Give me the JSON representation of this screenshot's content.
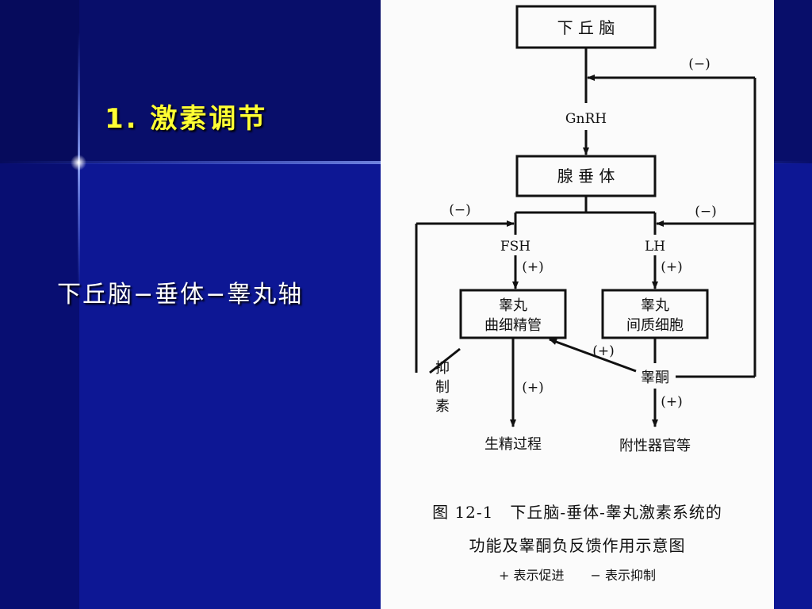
{
  "slide": {
    "title": "1. 激素调节",
    "subtitle": "下丘脑−垂体−睾丸轴",
    "colors": {
      "background": "#0a107a",
      "title": "#ffff33",
      "text": "#ffffff",
      "panel": "#fbfbfb"
    }
  },
  "diagram": {
    "nodes": {
      "hypothalamus": "下 丘 脑",
      "pituitary": "腺 垂 体",
      "tubule_line1": "睾丸",
      "tubule_line2": "曲细精管",
      "leydig_line1": "睾丸",
      "leydig_line2": "间质细胞",
      "spermatogenesis": "生精过程",
      "accessory_organs": "附性器官等"
    },
    "hormones": {
      "gnrh": "GnRH",
      "fsh": "FSH",
      "lh": "LH",
      "testosterone": "睾酮",
      "inhibin": [
        "抑",
        "制",
        "素"
      ]
    },
    "effects": {
      "neg_top": "(−)",
      "neg_left": "(−)",
      "neg_right": "(−)",
      "pos_fsh": "(+)",
      "pos_lh": "(+)",
      "pos_testo_tubule": "(+)",
      "pos_spermatogenesis": "(+)",
      "pos_accessory": "(+)"
    },
    "caption": {
      "line1": "图 12-1　下丘脑-垂体-睾丸激素系统的",
      "line2": "功能及睾酮负反馈作用示意图",
      "legend_plus": "+ 表示促进",
      "legend_minus": "− 表示抑制"
    }
  }
}
